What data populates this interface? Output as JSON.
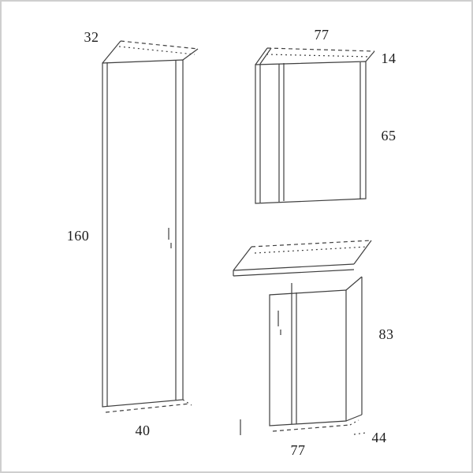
{
  "diagram": {
    "line_color": "#3f3f3f",
    "border_color": "#cfcfcf",
    "tall_cabinet": {
      "top_depth": "32",
      "height": "160",
      "width": "40"
    },
    "mirror_cabinet": {
      "width": "77",
      "depth": "14",
      "height": "65"
    },
    "base_cabinet": {
      "height": "83",
      "width": "77",
      "depth": "44"
    }
  }
}
